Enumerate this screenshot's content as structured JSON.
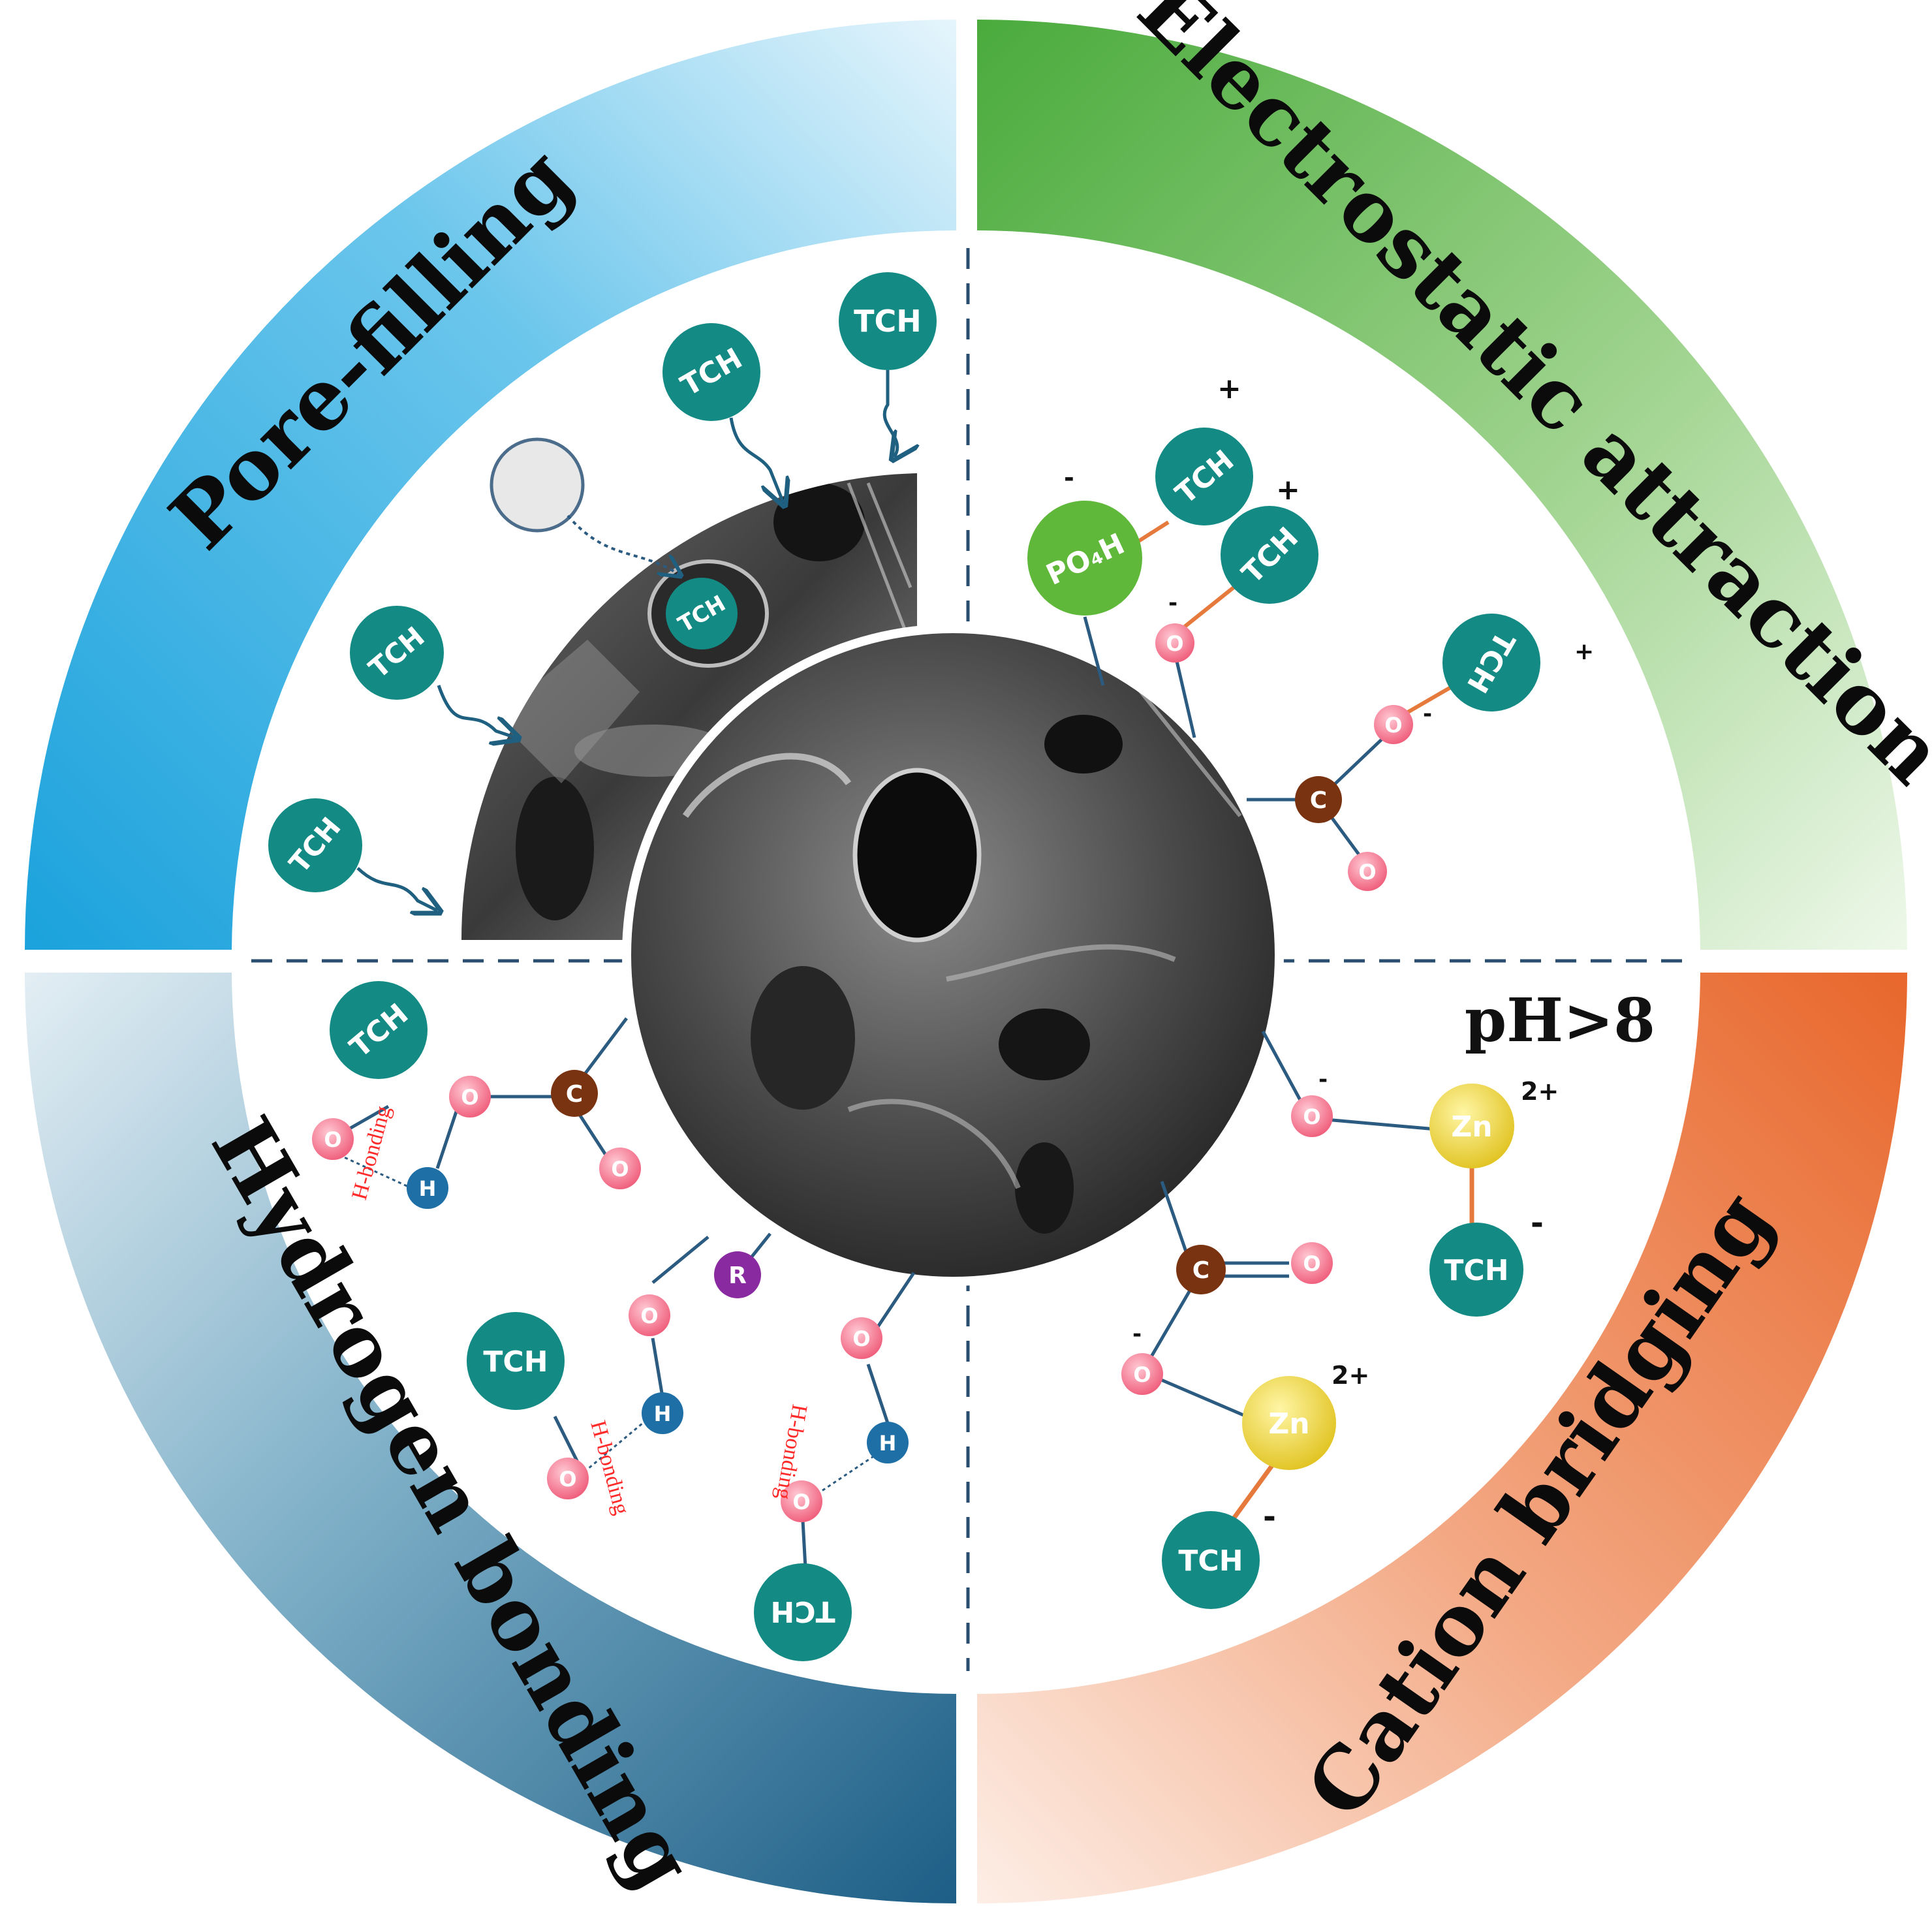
{
  "mechanisms": {
    "pore_filling": "Pore-filling",
    "electrostatic": "Electrostatic attraction",
    "hydrogen_bonding": "Hydrogen bonding",
    "cation_bridging": "Cation bridging"
  },
  "condition": "pH>8",
  "molecules": {
    "tch": "TCH",
    "oxygen": "O",
    "hydrogen": "H",
    "carbon": "C",
    "r_group": "R",
    "zinc": "Zn",
    "phosphate": "PO₄H"
  },
  "charges": {
    "negative": "-",
    "positive": "+",
    "zinc": "2+"
  },
  "annotations": {
    "h_bonding": "H-bonding"
  },
  "colors": {
    "pore_filling": "#2aa7de",
    "electrostatic": "#5cb54a",
    "hydrogen_bonding": "#2f6f94",
    "cation_bridging": "#ec7a45",
    "tch": "#138a84",
    "oxygen": "#f0607c",
    "hydrogen": "#1d6fa6",
    "carbon": "#7a3310",
    "r_group": "#8a2aa0",
    "zinc": "#ead43a",
    "phosphate": "#5fb83a",
    "bond": "#2b5b80",
    "ionic_bond": "#e67a3c"
  }
}
